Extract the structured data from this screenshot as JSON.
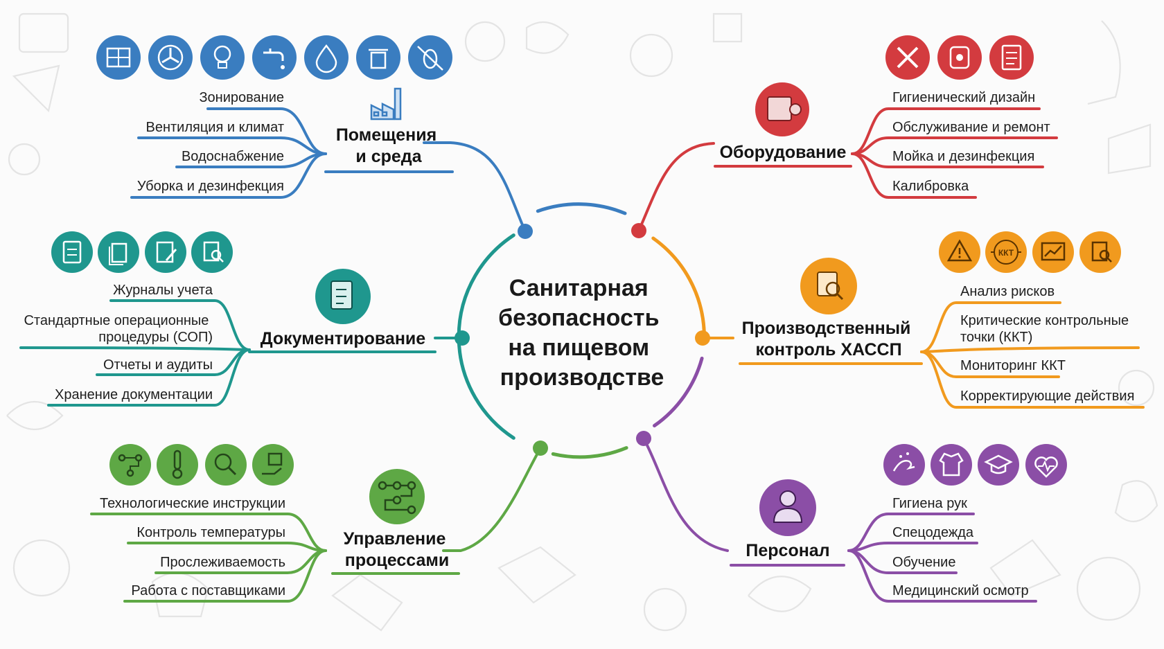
{
  "center": {
    "title_lines": [
      "Санитарная",
      "безопасность",
      "на пищевом",
      "производстве"
    ]
  },
  "colors": {
    "premises": "#3a7dc0",
    "equipment": "#d33b3f",
    "documentation": "#1f978e",
    "haccp": "#f19a1e",
    "processes": "#5ea845",
    "personnel": "#8b4ea6"
  },
  "branches": {
    "premises": {
      "title_lines": [
        "Помещения",
        "и среда"
      ],
      "icon": "factory-icon",
      "icons": [
        "building-plan-icon",
        "fan-icon",
        "lightbulb-icon",
        "water-tap-icon",
        "water-drop-icon",
        "trash-bin-icon",
        "pest-control-icon"
      ],
      "items": [
        "Зонирование",
        "Вентиляция и климат",
        "Водоснабжение",
        "Уборка и дезинфекция"
      ]
    },
    "equipment": {
      "title_lines": [
        "Оборудование"
      ],
      "icon": "machinery-icon",
      "icons": [
        "tools-icon",
        "tank-icon",
        "checklist-icon"
      ],
      "items": [
        "Гигиенический дизайн",
        "Обслуживание и ремонт",
        "Мойка и дезинфекция",
        "Калибровка"
      ]
    },
    "documentation": {
      "title_lines": [
        "Документирование"
      ],
      "icon": "clipboard-pen-icon",
      "icons": [
        "clipboard-icon",
        "documents-stack-icon",
        "document-edit-icon",
        "document-search-icon"
      ],
      "items": [
        [
          "Журналы учета"
        ],
        [
          "Стандартные операционные",
          "процедуры (СОП)"
        ],
        [
          "Отчеты и аудиты"
        ],
        [
          "Хранение документации"
        ]
      ]
    },
    "haccp": {
      "title_lines": [
        "Производственный",
        "контроль ХАССП"
      ],
      "icon": "magnifier-chart-icon",
      "icons": [
        "warning-icon",
        "target-icon",
        "monitor-chart-icon",
        "document-search-icon"
      ],
      "target_label": "ККТ",
      "items": [
        [
          "Анализ рисков"
        ],
        [
          "Критические контрольные",
          "точки (ККТ)"
        ],
        [
          "Мониторинг ККТ"
        ],
        [
          "Корректирующие действия"
        ]
      ]
    },
    "processes": {
      "title_lines": [
        "Управление",
        "процессами"
      ],
      "icon": "flow-diagram-icon",
      "icons": [
        "process-flow-icon",
        "thermometer-icon",
        "traceability-search-icon",
        "supplier-box-icon"
      ],
      "items": [
        "Технологические инструкции",
        "Контроль температуры",
        "Прослеживаемость",
        "Работа с поставщиками"
      ]
    },
    "personnel": {
      "title_lines": [
        "Персонал"
      ],
      "icon": "worker-icon",
      "icons": [
        "hand-washing-icon",
        "uniform-icon",
        "graduation-cap-icon",
        "heart-pulse-icon"
      ],
      "items": [
        "Гигиена рук",
        "Спецодежда",
        "Обучение",
        "Медицинский осмотр"
      ]
    }
  }
}
